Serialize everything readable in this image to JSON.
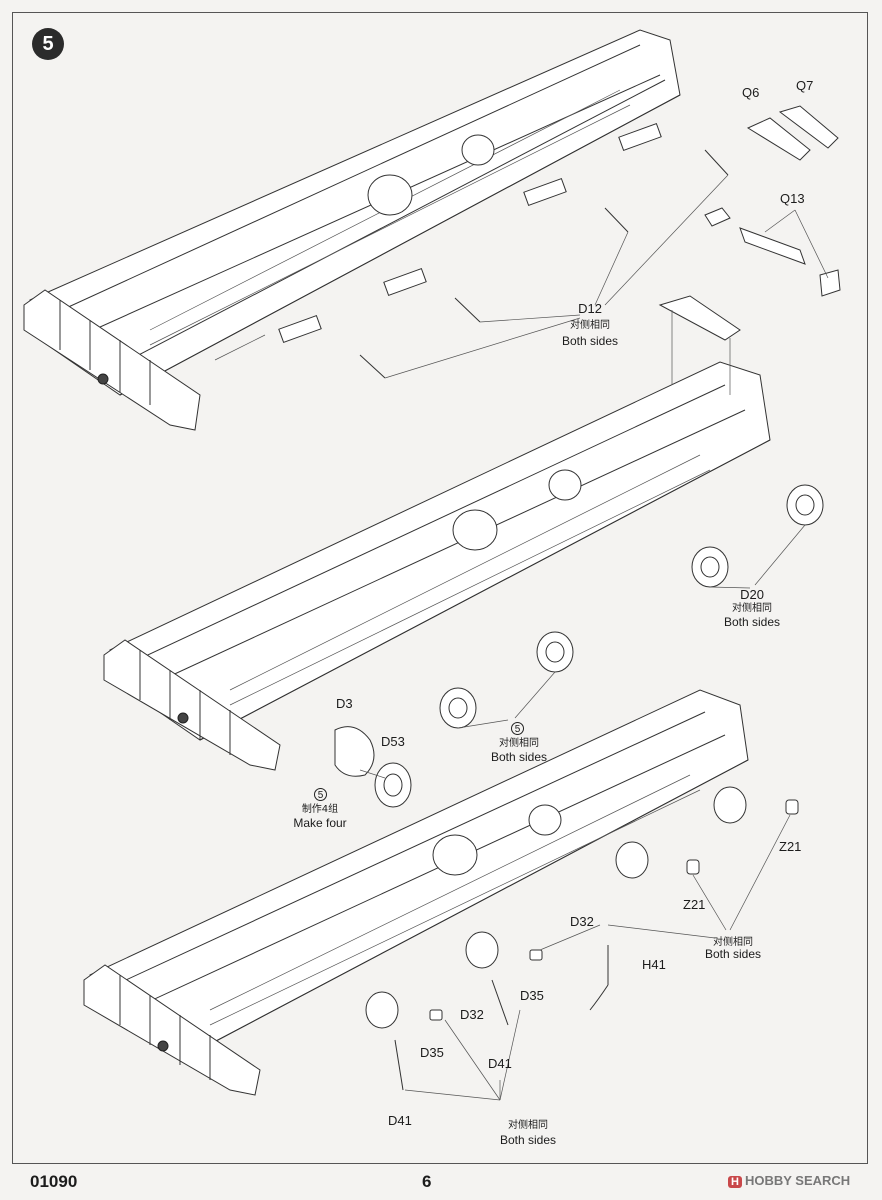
{
  "step": {
    "number": "5"
  },
  "sections": {
    "top": {
      "parts": {
        "q6": "Q6",
        "q7": "Q7",
        "q13": "Q13",
        "d12": "D12"
      },
      "note": {
        "cn": "对侧相同",
        "en": "Both sides"
      }
    },
    "middle": {
      "parts": {
        "d20": "D20",
        "d3": "D3",
        "d53": "D53"
      },
      "note_d20": {
        "cn": "对侧相同",
        "en": "Both sides"
      },
      "note_ref": {
        "ref": "5",
        "cn": "对侧相同",
        "en": "Both sides"
      },
      "sub": {
        "ref": "5",
        "cn": "制作4组",
        "en": "Make four"
      }
    },
    "bottom": {
      "parts": {
        "z21_a": "Z21",
        "z21_b": "Z21",
        "d32_a": "D32",
        "d32_b": "D32",
        "h41": "H41",
        "d35_a": "D35",
        "d35_b": "D35",
        "d41_a": "D41",
        "d41_b": "D41"
      },
      "note_right": {
        "cn": "对侧相同",
        "en": "Both sides"
      },
      "note_bottom": {
        "cn": "对侧相同",
        "en": "Both sides"
      }
    }
  },
  "footer": {
    "code": "01090",
    "page": "6",
    "watermark_badge": "H",
    "watermark_text": "HOBBY SEARCH"
  },
  "colors": {
    "ink": "#1c1c1c",
    "paper": "#f4f3f1",
    "watermark": "#c9484a"
  }
}
